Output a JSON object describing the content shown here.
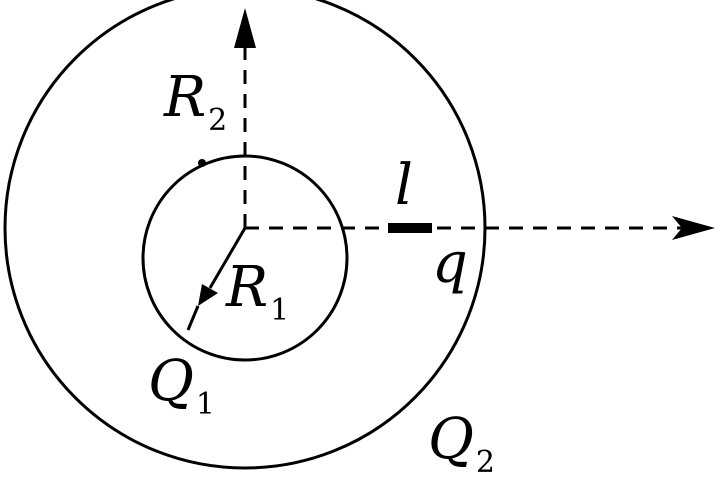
{
  "labels": {
    "r2": "R",
    "r2_sub": "2",
    "r1": "R",
    "r1_sub": "1",
    "q1": "Q",
    "q1_sub": "1",
    "q2": "Q",
    "q2_sub": "2",
    "l": "l",
    "q": "q"
  },
  "colors": {
    "ink": "#000000",
    "background": "#ffffff"
  }
}
